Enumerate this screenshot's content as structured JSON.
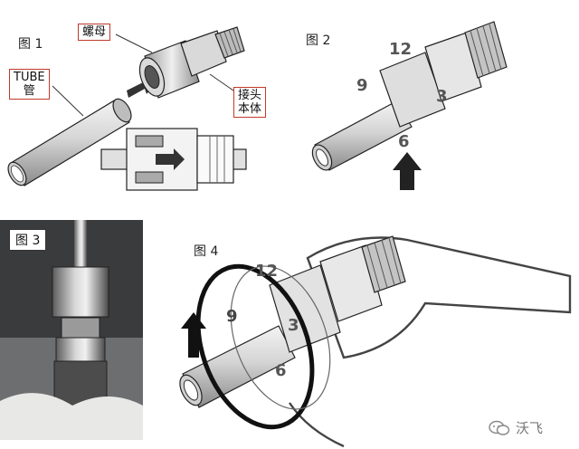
{
  "figure1": {
    "label": "图 1",
    "nut_label": "螺母",
    "tube_label_line1": "TUBE",
    "tube_label_line2": "管",
    "body_label_line1": "接头",
    "body_label_line2": "本体"
  },
  "figure2": {
    "label": "图 2",
    "dial_marks": [
      "12",
      "3",
      "6",
      "9"
    ]
  },
  "figure3": {
    "label": "图 3"
  },
  "figure4": {
    "label": "图 4",
    "dial_marks": [
      "12",
      "3",
      "6",
      "9"
    ]
  },
  "watermark": {
    "text": "沃飞",
    "icon": "wechat-icon"
  },
  "colors": {
    "callout_border": "#c0392b",
    "metal_light": "#e8e8e8",
    "metal_dark": "#7a7a7a",
    "outline": "#222222"
  }
}
